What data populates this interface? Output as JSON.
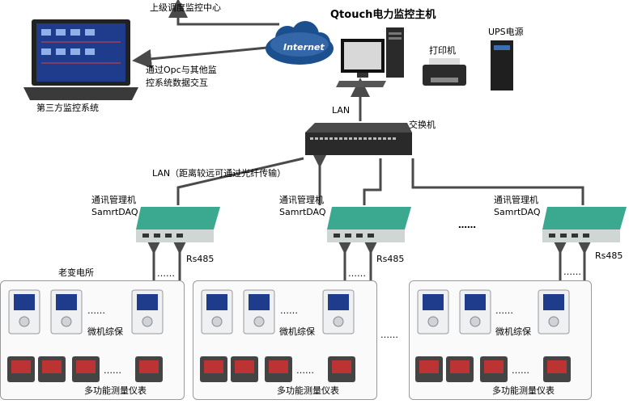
{
  "host": {
    "title": "Qtouch电力监控主机",
    "printer": "打印机",
    "ups": "UPS电源"
  },
  "cloud": {
    "label": "Internet"
  },
  "upper": {
    "label": "上级调度监控中心"
  },
  "opc": {
    "line1": "通过Opc与其他监",
    "line2": "控系统数据交互"
  },
  "third_party": {
    "label": "第三方监控系统"
  },
  "network": {
    "lan": "LAN",
    "switch": "交换机",
    "lan_fiber": "LAN（距离较远可通过光纤传输）"
  },
  "gateway": {
    "name": "通讯管理机",
    "model": "SamrtDAQ"
  },
  "bus": {
    "label": "Rs485"
  },
  "substation": {
    "name": "老变电所"
  },
  "devices": {
    "relay": "微机综保",
    "meter": "多功能测量仪表"
  },
  "ellipsis": {
    "dots": "……",
    "wide": "……"
  },
  "colors": {
    "line": "#4a4a4a",
    "box_border": "#9a9a9a",
    "cloud": "#1c4f8e",
    "screen": "#1e3b8c",
    "panel_green": "#3aa98f"
  }
}
